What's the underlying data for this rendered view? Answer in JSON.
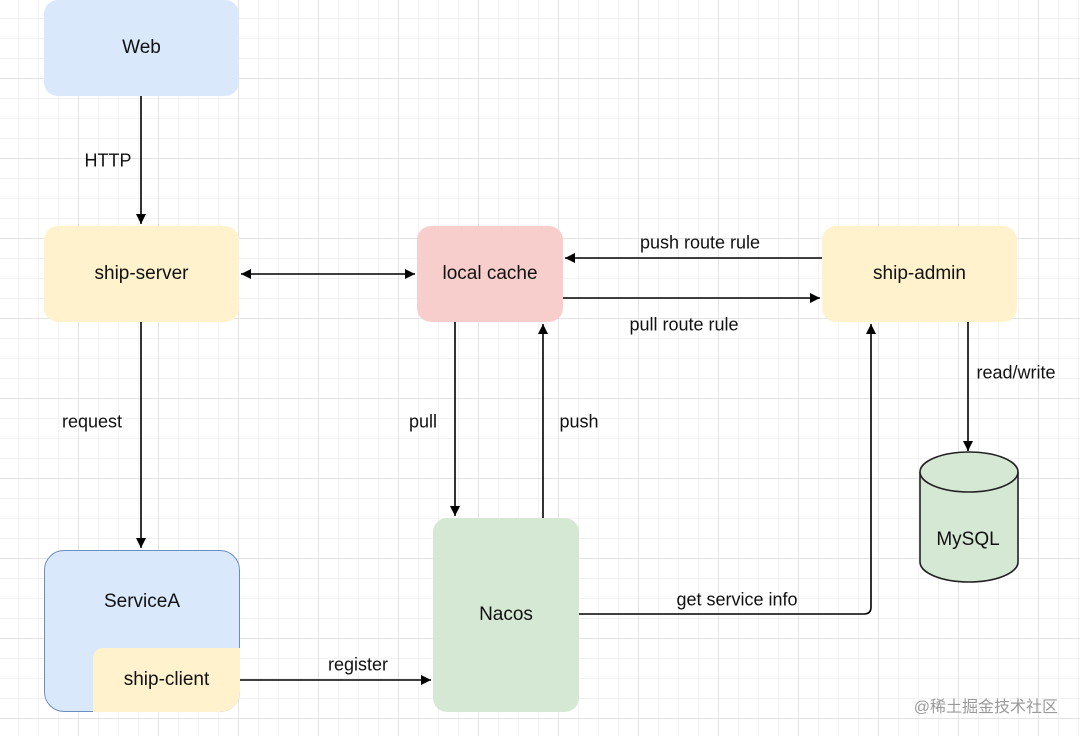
{
  "nodes": {
    "web": "Web",
    "ship_server": "ship-server",
    "local_cache": "local cache",
    "ship_admin": "ship-admin",
    "nacos": "Nacos",
    "service_a": "ServiceA",
    "ship_client": "ship-client",
    "mysql": "MySQL"
  },
  "edges": {
    "http": "HTTP",
    "request": "request",
    "push_route_rule": "push route rule",
    "pull_route_rule": "pull route rule",
    "pull": "pull",
    "push": "push",
    "read_write": "read/write",
    "get_service_info": "get service info",
    "register": "register"
  },
  "watermark": "@稀土掘金技术社区",
  "colors": {
    "blue": "#dae8fc",
    "yellow": "#fff2cc",
    "red": "#f8cecc",
    "green": "#d5e8d4",
    "service_border": "#6c8ebf",
    "db_fill": "#d5e8d4"
  }
}
